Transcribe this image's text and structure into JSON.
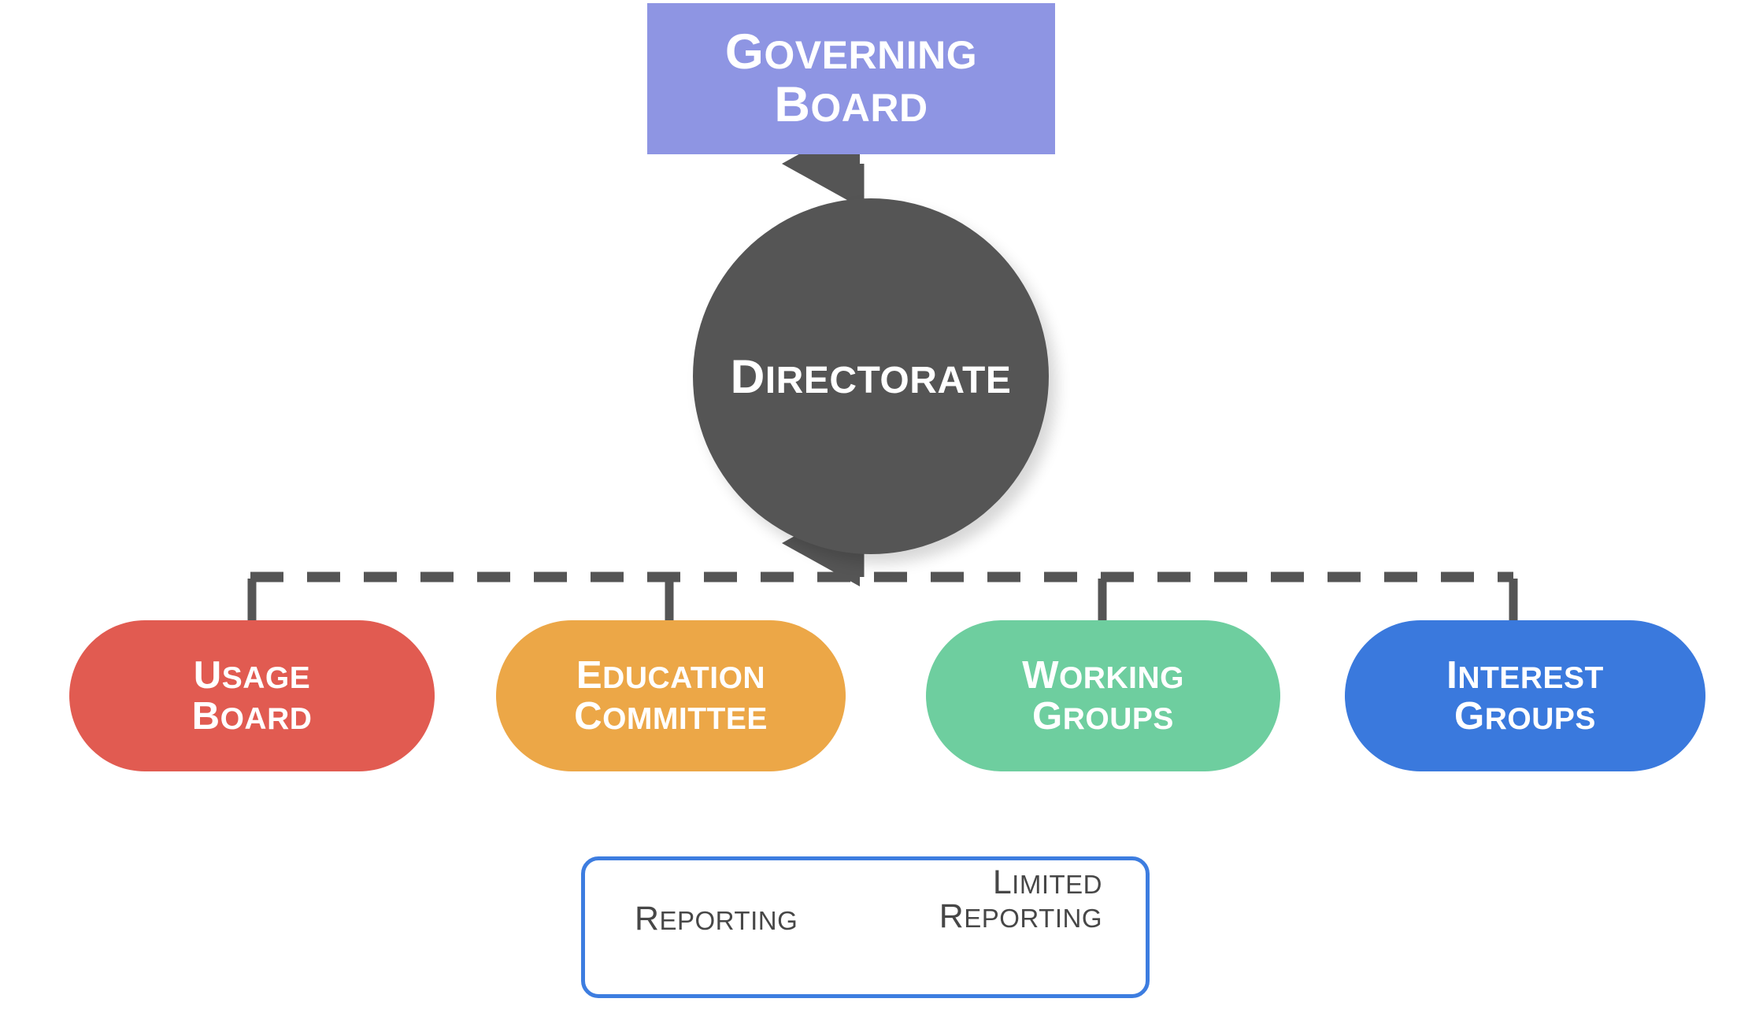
{
  "diagram": {
    "title_present": false,
    "background": "#ffffff",
    "nodes": {
      "governing_board": {
        "label_line1": "Governing",
        "label_line2": "Board",
        "shape": "rectangle",
        "color": "#8e95e3",
        "text_color": "#ffffff"
      },
      "directorate": {
        "label": "Directorate",
        "shape": "circle",
        "color": "#555555",
        "text_color": "#ffffff"
      },
      "usage_board": {
        "label_line1": "Usage",
        "label_line2": "Board",
        "shape": "pill",
        "color": "#e15b51",
        "text_color": "#ffffff"
      },
      "education_committee": {
        "label_line1": "Education",
        "label_line2": "Committee",
        "shape": "pill",
        "color": "#eca747",
        "text_color": "#ffffff"
      },
      "working_groups": {
        "label_line1": "Working",
        "label_line2": "Groups",
        "shape": "pill",
        "color": "#6ece9f",
        "text_color": "#ffffff"
      },
      "interest_groups": {
        "label_line1": "Interest",
        "label_line2": "Groups",
        "shape": "pill",
        "color": "#3a79dd",
        "text_color": "#ffffff"
      }
    },
    "edges": {
      "line_color": "#555555",
      "directorate_to_governing_board": "reporting",
      "committees_to_directorate": "limited-reporting"
    },
    "legend": {
      "border_color": "#3d7de0",
      "reporting": {
        "label": "Reporting",
        "arrow": "solid-right-arrow"
      },
      "limited_reporting": {
        "label_line1": "Limited",
        "label_line2": "Reporting",
        "arrow": "dashed-left-arrow"
      }
    }
  }
}
